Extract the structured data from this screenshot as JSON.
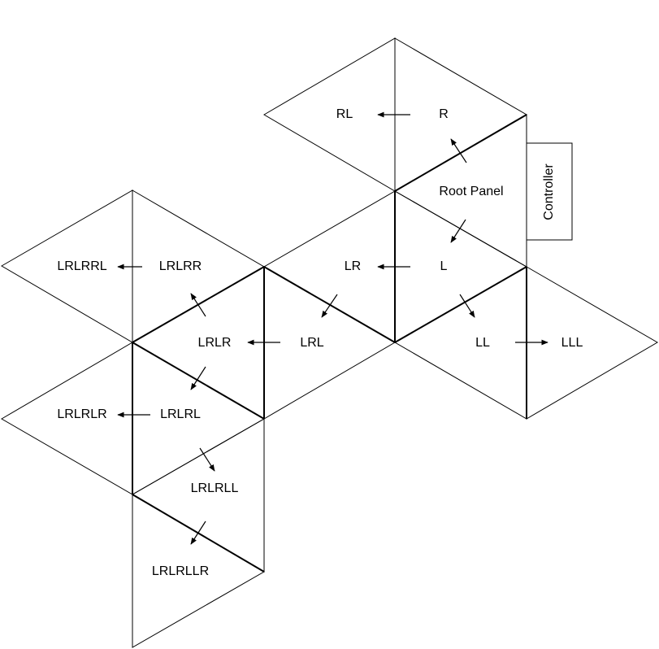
{
  "panels": {
    "root": "Root Panel",
    "r": "R",
    "rl": "RL",
    "l": "L",
    "lr": "LR",
    "ll": "LL",
    "lll": "LLL",
    "lrl": "LRL",
    "lrlr": "LRLR",
    "lrlrr": "LRLRR",
    "lrlrrl": "LRLRRL",
    "lrlrl": "LRLRL",
    "lrlrlr": "LRLRLR",
    "lrlrll": "LRLRLL",
    "lrlrllr": "LRLRLLR"
  },
  "controller": {
    "label": "Controller"
  }
}
